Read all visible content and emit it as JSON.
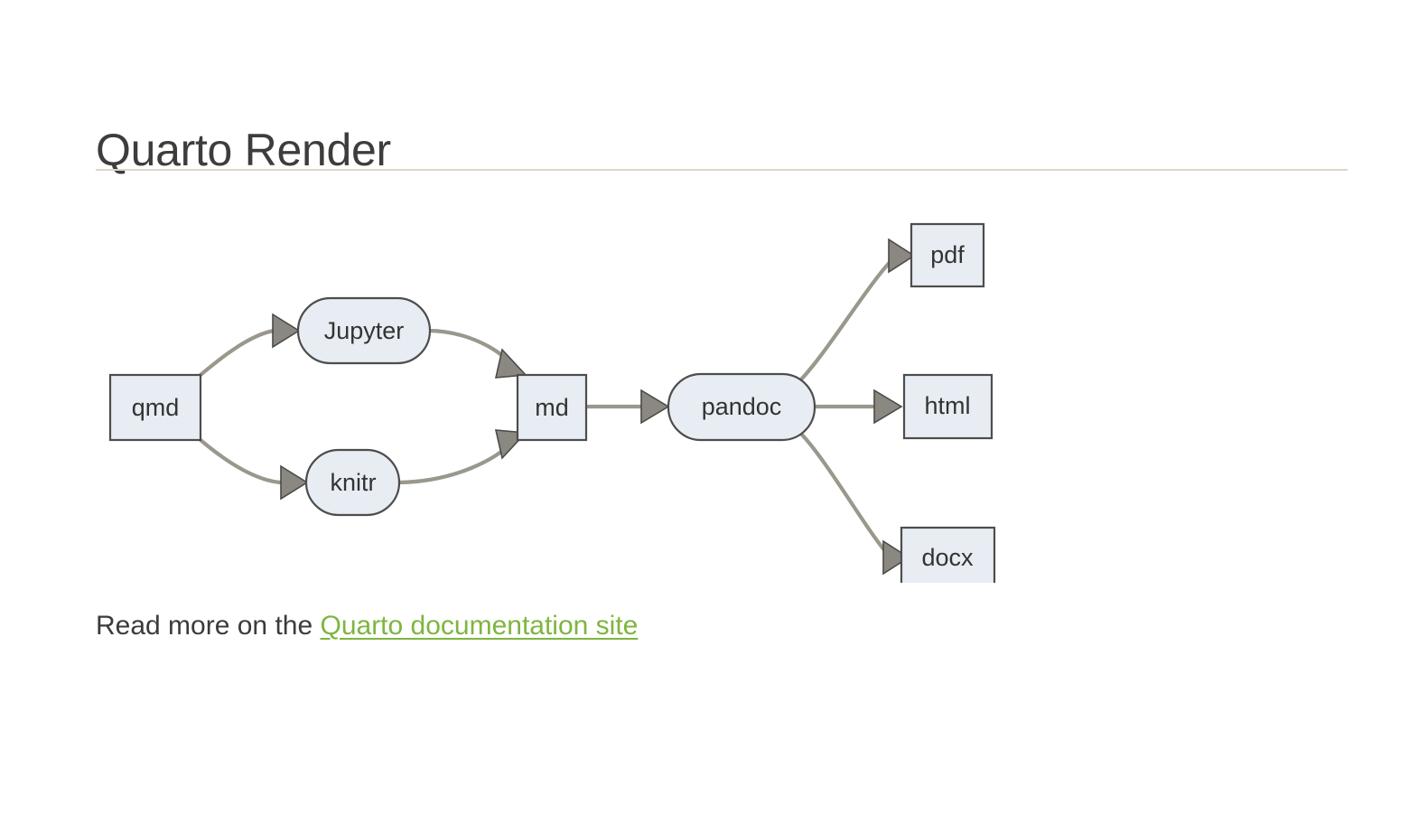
{
  "page": {
    "title": "Quarto Render",
    "background_color": "#ffffff",
    "title_color": "#3d3d3b",
    "rule_color": "#ded5ca"
  },
  "diagram": {
    "type": "flowchart",
    "direction": "left-to-right",
    "node_fill": "#e8edf3",
    "node_stroke": "#4d4d4d",
    "edge_color": "#9a978c",
    "arrow_fill": "#8a8880",
    "label_color": "#333333",
    "nodes": [
      {
        "id": "qmd",
        "label": "qmd",
        "shape": "rect"
      },
      {
        "id": "jupyter",
        "label": "Jupyter",
        "shape": "stadium"
      },
      {
        "id": "knitr",
        "label": "knitr",
        "shape": "stadium"
      },
      {
        "id": "md",
        "label": "md",
        "shape": "rect"
      },
      {
        "id": "pandoc",
        "label": "pandoc",
        "shape": "stadium"
      },
      {
        "id": "pdf",
        "label": "pdf",
        "shape": "rect"
      },
      {
        "id": "html",
        "label": "html",
        "shape": "rect"
      },
      {
        "id": "docx",
        "label": "docx",
        "shape": "rect"
      }
    ],
    "edges": [
      {
        "from": "qmd",
        "to": "jupyter"
      },
      {
        "from": "qmd",
        "to": "knitr"
      },
      {
        "from": "jupyter",
        "to": "md"
      },
      {
        "from": "knitr",
        "to": "md"
      },
      {
        "from": "md",
        "to": "pandoc"
      },
      {
        "from": "pandoc",
        "to": "pdf"
      },
      {
        "from": "pandoc",
        "to": "html"
      },
      {
        "from": "pandoc",
        "to": "docx"
      }
    ]
  },
  "footer": {
    "lead_text": "Read more on the ",
    "link_text": "Quarto documentation site",
    "link_color": "#7eb53f"
  }
}
